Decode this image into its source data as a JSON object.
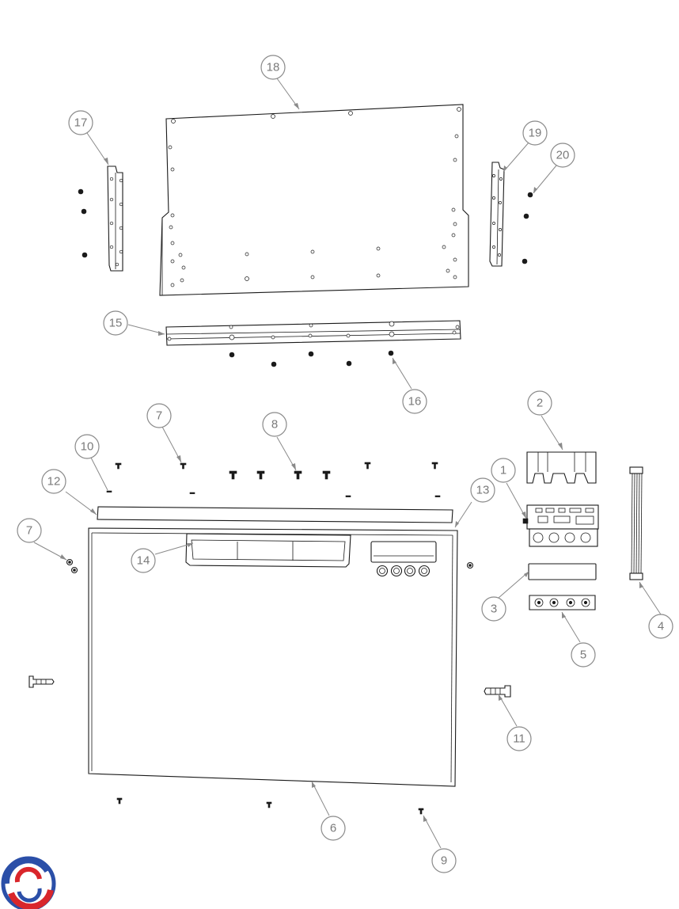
{
  "callouts": [
    {
      "id": "c1",
      "label": "1"
    },
    {
      "id": "c2",
      "label": "2"
    },
    {
      "id": "c3",
      "label": "3"
    },
    {
      "id": "c4",
      "label": "4"
    },
    {
      "id": "c5",
      "label": "5"
    },
    {
      "id": "c6",
      "label": "6"
    },
    {
      "id": "c7a",
      "label": "7"
    },
    {
      "id": "c7b",
      "label": "7"
    },
    {
      "id": "c8",
      "label": "8"
    },
    {
      "id": "c9",
      "label": "9"
    },
    {
      "id": "c10",
      "label": "10"
    },
    {
      "id": "c11",
      "label": "11"
    },
    {
      "id": "c12",
      "label": "12"
    },
    {
      "id": "c13",
      "label": "13"
    },
    {
      "id": "c14",
      "label": "14"
    },
    {
      "id": "c15",
      "label": "15"
    },
    {
      "id": "c16",
      "label": "16"
    },
    {
      "id": "c17",
      "label": "17"
    },
    {
      "id": "c18",
      "label": "18"
    },
    {
      "id": "c19",
      "label": "19"
    },
    {
      "id": "c20",
      "label": "20"
    }
  ],
  "colors": {
    "line": "#1a1a1a",
    "callout": "#8a8a8a",
    "logo_red": "#d9262b",
    "logo_blue": "#2b4fa8"
  },
  "icons": {
    "logo": "brand-swirl-logo"
  }
}
